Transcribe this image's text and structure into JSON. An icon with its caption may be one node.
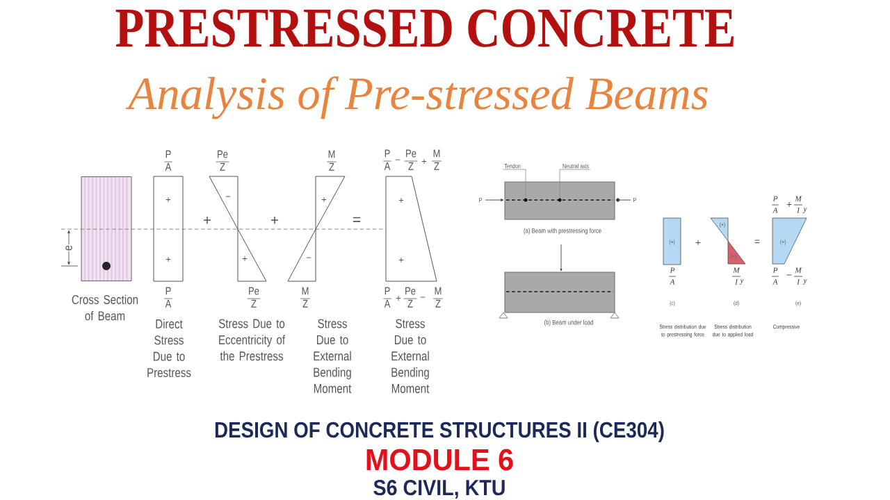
{
  "diagram": {
    "title": "PRESTRESSED CONCRETE",
    "nodes": [
      {
        "text": [],
        "shape": "box",
        "beside": [
          "e",
          "Cross Section of Beam"
        ]
      },
      {
        "text": [
          "+",
          "+"
        ],
        "beside": [
          "P",
          "A",
          "P",
          "A",
          "Direct Stress Due to Prestress"
        ]
      },
      {
        "text": [
          "−",
          "+"
        ],
        "beside": [
          "Pe",
          "Z",
          "Pe",
          "Z",
          "Stress Due to Eccentricity of the Prestress"
        ]
      },
      {
        "text": [
          "+",
          "−"
        ],
        "beside": [
          "M",
          "Z",
          "M",
          "Z",
          "Stress Due to External Bending Moment"
        ]
      },
      {
        "text": [
          "+",
          "+"
        ],
        "beside": [
          "P",
          "A",
          "−",
          "Pe",
          "Z",
          "+",
          "M",
          "Z",
          "P",
          "A",
          "+",
          "Pe",
          "Z",
          "−",
          "M",
          "Z",
          "Stress Due to External Bending Moment"
        ]
      },
      {
        "text": [
          "Tendon"
        ]
      },
      {
        "text": [
          "Neutral axis"
        ]
      },
      {
        "text": [],
        "shape": "box",
        "beside": [
          "(a) Beam with prestressing force"
        ]
      },
      {
        "text": [],
        "shape": "circle",
        "in": 7
      },
      {
        "text": [],
        "shape": "circle",
        "in": 7
      },
      {
        "text": [],
        "shape": "box",
        "beside": [
          "(b) Beam under load"
        ]
      },
      {
        "text": [
          "(+)"
        ],
        "beside": [
          "P",
          "A",
          "(c)",
          "Stress distribution due to prestressing force"
        ]
      },
      {
        "text": [
          "(+)",
          "(−)"
        ],
        "beside": [
          "M",
          "I",
          "y",
          "(d)",
          "Stress distribution due to applied load"
        ]
      },
      {
        "text": [
          "(+)"
        ],
        "beside": [
          "P",
          "A",
          "+",
          "M",
          "I",
          "y",
          "P",
          "A",
          "−",
          "M",
          "I",
          "y",
          "(e)",
          "Compressive"
        ]
      }
    ],
    "edges": [
      {
        "from": 5,
        "to": 8,
        "arrow": "none"
      },
      {
        "from": 6,
        "to": 9,
        "arrow": "none"
      }
    ],
    "labels": [
      "Analysis of Pre-stressed Beams",
      "+",
      "+",
      "=",
      "P",
      "P",
      "+",
      "=",
      "DESIGN OF CONCRETE STRUCTURES II (CE304)",
      "MODULE 6",
      "S6 CIVIL, KTU"
    ]
  }
}
